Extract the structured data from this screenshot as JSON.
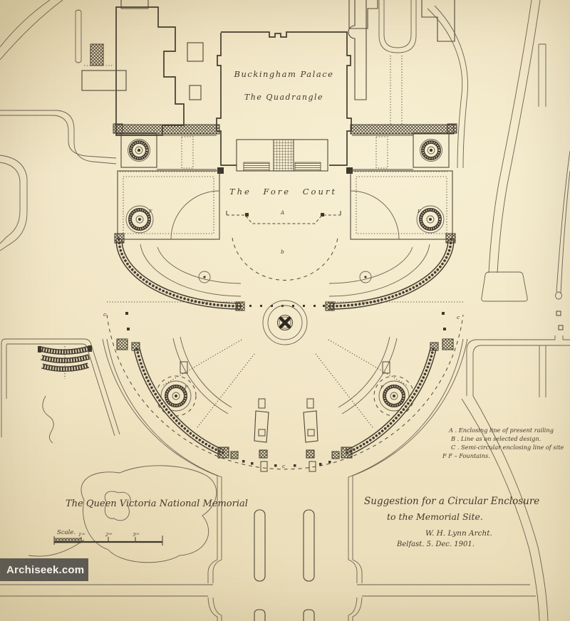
{
  "colors": {
    "paper": "#f0e4c2",
    "ink": "#4e4739",
    "handwriting": "#42392c",
    "watermark_bg": "#56544e",
    "watermark_fg": "#f7f6f2"
  },
  "palace": {
    "line1": "Buckingham Palace",
    "line2": "The Quadrangle"
  },
  "forecourt": {
    "label": "The Fore Court"
  },
  "markers": {
    "a": "A",
    "b": "b",
    "c": "c",
    "f": "F"
  },
  "legend": {
    "items": [
      "A .  Enclosing line of present railing",
      "B .  Line as on selected design.",
      "C .  Semi-circular enclosing line of site",
      "F F –  Fountains."
    ]
  },
  "title_block": {
    "title": "The Queen Victoria National Memorial"
  },
  "suggestion": {
    "line1": "Suggestion for a Circular Enclosure",
    "line2": "to the Memorial Site."
  },
  "signature": {
    "line1": "W. H. Lynn Archt.",
    "line2": "Belfast. 5. Dec. 1901."
  },
  "scale_bar": {
    "label": "Scale.",
    "ticks": [
      "1⁰⁰",
      "2⁰⁰",
      "3⁰⁰"
    ]
  },
  "watermark": {
    "text": "Archiseek.com"
  }
}
